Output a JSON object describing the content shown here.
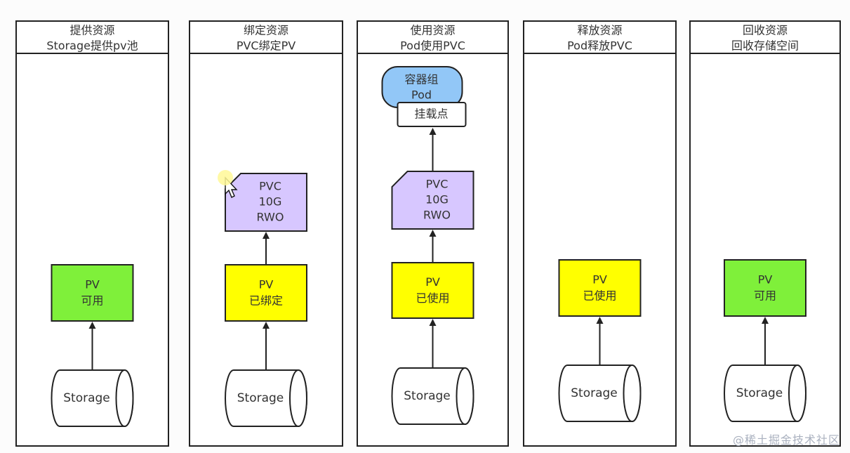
{
  "colors": {
    "pv_available": "#7ff03a",
    "pv_used": "#ffff00",
    "pvc": "#d7c7ff",
    "pod": "#92c7f7",
    "line": "#222222"
  },
  "stages": [
    {
      "title": "提供资源",
      "subtitle": "Storage提供pv池",
      "pv": {
        "line1": "PV",
        "line2": "可用",
        "status": "available"
      },
      "storage": "Storage"
    },
    {
      "title": "绑定资源",
      "subtitle": "PVC绑定PV",
      "pv": {
        "line1": "PV",
        "line2": "已绑定",
        "status": "used"
      },
      "pvc": [
        "PVC",
        "10G",
        "RWO"
      ],
      "storage": "Storage"
    },
    {
      "title": "使用资源",
      "subtitle": "Pod使用PVC",
      "pv": {
        "line1": "PV",
        "line2": "已使用",
        "status": "used"
      },
      "pvc": [
        "PVC",
        "10G",
        "RWO"
      ],
      "pod": {
        "line1": "容器组",
        "line2": "Pod",
        "mount": "挂载点"
      },
      "storage": "Storage"
    },
    {
      "title": "释放资源",
      "subtitle": "Pod释放PVC",
      "pv": {
        "line1": "PV",
        "line2": "已使用",
        "status": "used"
      },
      "storage": "Storage"
    },
    {
      "title": "回收资源",
      "subtitle": "回收存储空间",
      "pv": {
        "line1": "PV",
        "line2": "可用",
        "status": "available"
      },
      "storage": "Storage"
    }
  ],
  "watermark": "@稀土掘金技术社区"
}
